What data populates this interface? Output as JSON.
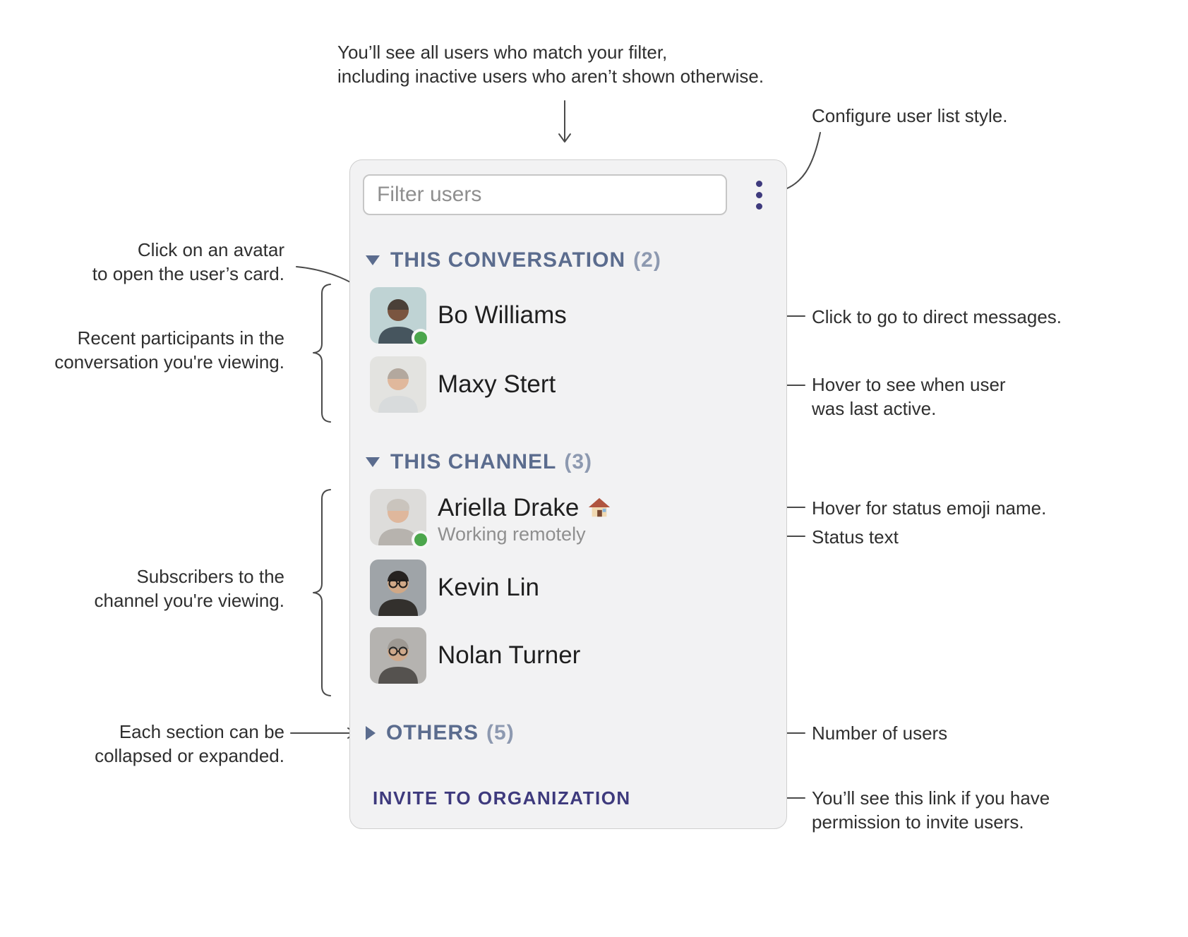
{
  "colors": {
    "accent_indigo": "#3e3a7d",
    "section_header_blue": "#5b6c8e",
    "section_count_blue": "#8d99b0",
    "presence_green": "#4ca64c",
    "panel_bg": "#f2f2f3",
    "annotation_text": "#2f2f2f",
    "connector_line": "#4a4a4a",
    "status_text_gray": "#8f8f8f"
  },
  "panel": {
    "filter_placeholder": "Filter users",
    "menu_icon": "vertical-ellipsis",
    "sections": [
      {
        "label": "THIS CONVERSATION",
        "count": "(2)",
        "collapsed": false,
        "users": [
          {
            "name": "Bo Williams",
            "online": true
          },
          {
            "name": "Maxy Stert",
            "online": false
          }
        ]
      },
      {
        "label": "THIS CHANNEL",
        "count": "(3)",
        "collapsed": false,
        "users": [
          {
            "name": "Ariella Drake",
            "status_emoji": "house-emoji",
            "status_text": "Working remotely",
            "online": true
          },
          {
            "name": "Kevin Lin",
            "online": false
          },
          {
            "name": "Nolan Turner",
            "online": false
          }
        ]
      },
      {
        "label": "OTHERS",
        "count": "(5)",
        "collapsed": true,
        "users": []
      }
    ],
    "invite_link_label": "INVITE TO ORGANIZATION"
  },
  "annotations": {
    "filter_note": "You’ll see all users who match your filter,\nincluding inactive users who aren’t shown otherwise.",
    "configure_note": "Configure user list style.",
    "avatar_note": "Click on an avatar\nto open the user’s card.",
    "participants_note": "Recent participants in the\nconversation you're viewing.",
    "dm_note": "Click to go to direct messages.",
    "last_active_note": "Hover to see when user\nwas last active.",
    "status_emoji_note": "Hover for status emoji name.",
    "status_text_note": "Status text",
    "subscribers_note": "Subscribers to the\nchannel you're viewing.",
    "collapse_note": "Each section can be\ncollapsed or expanded.",
    "count_note": "Number of users",
    "invite_note": "You’ll see this link if you have\npermission to invite users."
  }
}
